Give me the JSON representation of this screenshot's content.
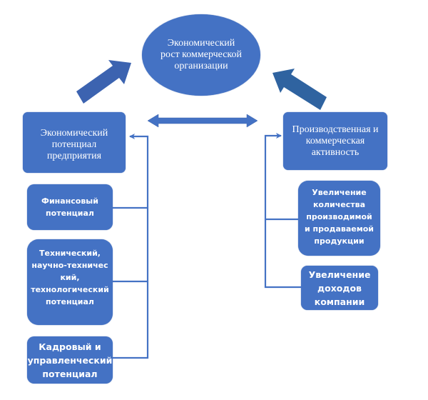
{
  "diagram": {
    "colors": {
      "node_fill": "#4472c4",
      "arrow_fill_left": "#3c63b0",
      "arrow_fill_right": "#2f63a0",
      "connector": "#4472c4",
      "text": "#ffffff",
      "background": "#ffffff"
    },
    "goal": {
      "label": "Экономический\nрост коммерческой\nорганизации",
      "shape": "ellipse"
    },
    "left_branch": {
      "title": "Экономический\nпотенциал\nпредприятия",
      "items": [
        {
          "label": "Финансовый\nпотенциал"
        },
        {
          "label": "Технический,\nнаучно-техничес\nкий,\nтехнологический\nпотенциал"
        },
        {
          "label": "Кадровый и\nуправленческий\nпотенциал"
        }
      ]
    },
    "right_branch": {
      "title": "Производственная и\nкоммерческая\nактивность",
      "items": [
        {
          "label": "Увеличение\nколичества\nпроизводимой\nи продаваемой\nпродукции"
        },
        {
          "label": "Увеличение\nдоходов\nкомпании"
        }
      ]
    },
    "relations": [
      {
        "from": "left_branch",
        "to": "goal",
        "type": "block-arrow"
      },
      {
        "from": "right_branch",
        "to": "goal",
        "type": "block-arrow"
      },
      {
        "from": "left_branch",
        "to": "right_branch",
        "type": "double-arrow"
      },
      {
        "from": "left_branch.items",
        "to": "left_branch",
        "type": "connector"
      },
      {
        "from": "right_branch.items",
        "to": "right_branch",
        "type": "connector"
      }
    ]
  }
}
